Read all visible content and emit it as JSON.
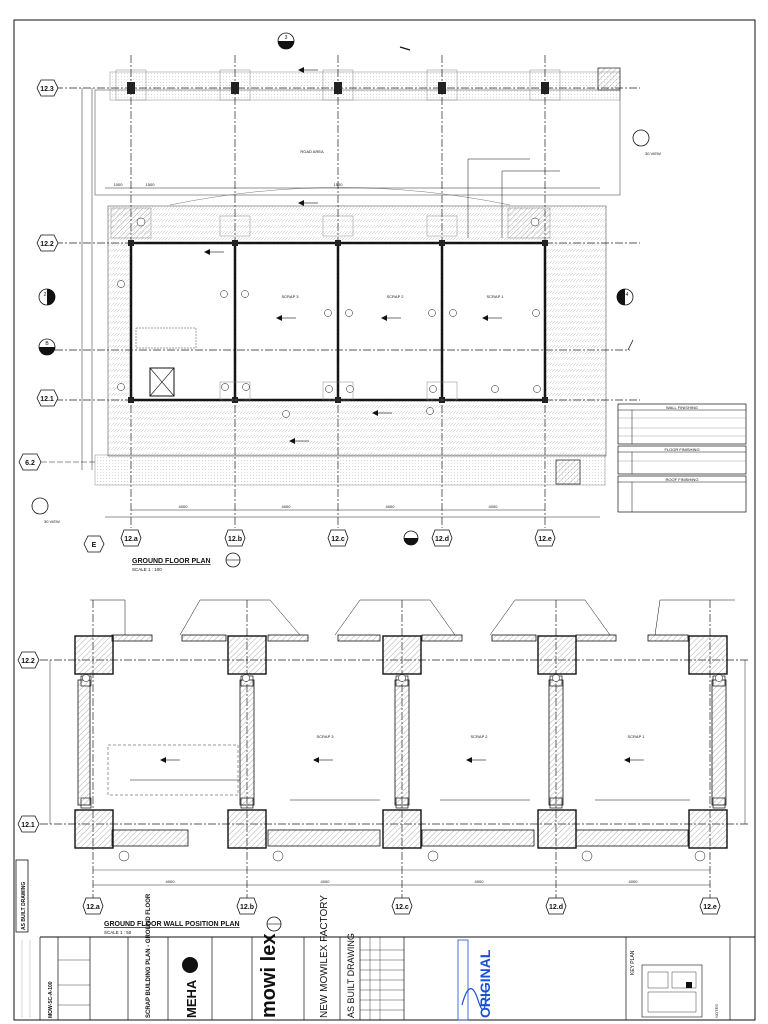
{
  "drawing": {
    "plan1_title": "GROUND FLOOR PLAN",
    "plan1_scale": "SCALE 1 : 100",
    "plan2_title": "GROUND FLOOR WALL POSITION PLAN",
    "plan2_scale": "SCALE 1 : 50",
    "road_label": "ROAD AREA",
    "rooms": [
      "SCRAP 3",
      "SCRAP 2",
      "SCRAP 1"
    ],
    "grid_cols": [
      "12.a",
      "12.b",
      "12.c",
      "12.d",
      "12.e"
    ],
    "grid_rows": [
      "12.3",
      "12.2",
      "12.1"
    ],
    "ref_6_2": "6.2",
    "ref_E": "E",
    "section_markers": [
      "3",
      "2",
      "4",
      "B"
    ],
    "dims_plan1": [
      "4000",
      "4000",
      "4000",
      "4000"
    ],
    "dims_top": [
      "1000",
      "1500",
      "1500"
    ],
    "dims_wall_plan": [
      "4000",
      "4000",
      "4000",
      "4000"
    ],
    "view_note": "30 VIEW",
    "as_built_vertical": "AS BUILT DRAWING"
  },
  "title_block": {
    "stamp_text": "ORIGINAL",
    "project_name": "NEW MOWILEX FACTORY",
    "drawing_status": "AS BUILT DRAWING",
    "drawing_title": "SCRAP BUILDING PLAN - GROUND FLOOR",
    "drawing_no": "MOW-SC-A-100",
    "key_plan": "KEY PLAN",
    "notes": "NOTES",
    "logo_primary": "mowi lex",
    "logo_consultant": "MEHA",
    "stamp_color": "#1a4fd6",
    "line_color": "#111111"
  },
  "schedule": {
    "heading_1": "WALL FINISHING",
    "heading_2": "FLOOR FINISHING",
    "heading_3": "ROOF FINISHING"
  }
}
